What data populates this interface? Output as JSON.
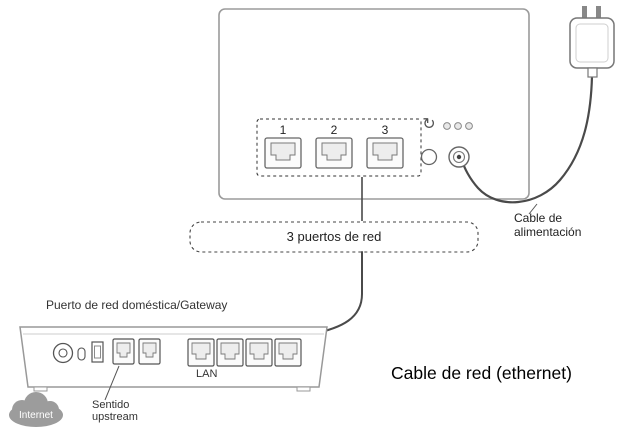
{
  "colors": {
    "cloud_fill": "#9c9c9c"
  },
  "router": {
    "port_numbers": [
      "1",
      "2",
      "3"
    ]
  },
  "icons": {
    "reset": "↻"
  },
  "labels": {
    "ports_group": "3 puertos de red",
    "power_cable": [
      "Cable de",
      "alimentación"
    ],
    "gateway_title": "Puerto de red doméstica/Gateway",
    "lan": "LAN",
    "internet": "Internet",
    "upstream": [
      "Sentido",
      "upstream"
    ],
    "ethernet_cable": "Cable de red (ethernet)"
  }
}
